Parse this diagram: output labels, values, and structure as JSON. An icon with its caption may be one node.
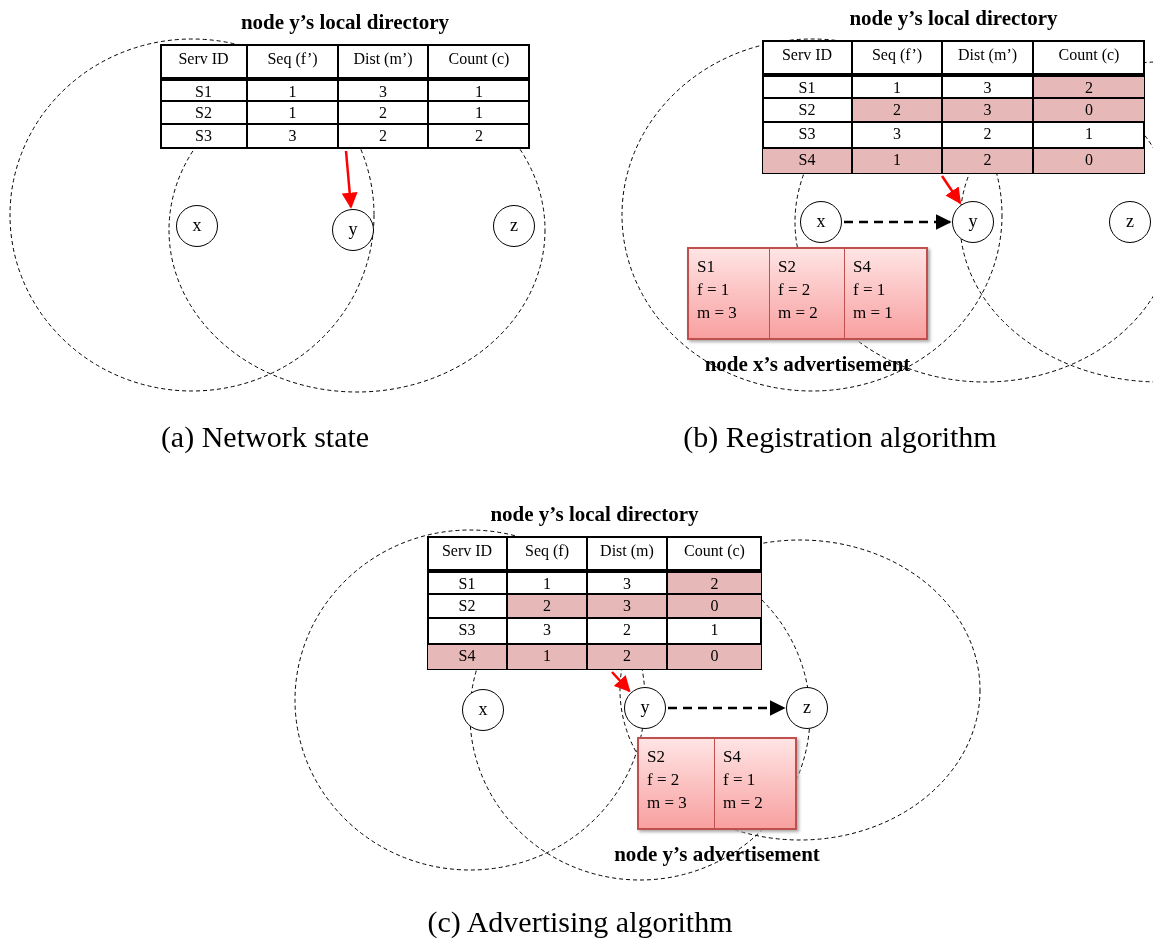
{
  "diagram": {
    "nodes": [
      {
        "text": [
          "Serv ID",
          "Seq (f’)",
          "Dist (m’)",
          "Count (c)",
          "S1",
          "1",
          "3",
          "1",
          "S2",
          "1",
          "2",
          "1",
          "S3",
          "3",
          "2",
          "2"
        ],
        "beside": [
          "node y’s local directory"
        ]
      },
      {
        "text": [
          "x"
        ]
      },
      {
        "text": [
          "y"
        ]
      },
      {
        "text": [
          "z"
        ]
      },
      {
        "text": [
          "Serv ID",
          "Seq (f’)",
          "Dist (m’)",
          "Count (c)",
          "S1",
          "1",
          "3",
          "2",
          "S2",
          "2",
          "3",
          "0",
          "S3",
          "3",
          "2",
          "1",
          "S4",
          "1",
          "2",
          "0"
        ],
        "beside": [
          "node y’s local directory"
        ]
      },
      {
        "text": [
          "x"
        ]
      },
      {
        "text": [
          "y"
        ]
      },
      {
        "text": [
          "z"
        ]
      },
      {
        "text": [
          "S1 f = 1 m = 3",
          "S2 f = 2 m = 2",
          "S4 f = 1 m = 1"
        ],
        "beside": [
          "node x’s advertisement"
        ]
      },
      {
        "text": [
          "Serv ID",
          "Seq (f)",
          "Dist (m)",
          "Count (c)",
          "S1",
          "1",
          "3",
          "2",
          "S2",
          "2",
          "3",
          "0",
          "S3",
          "3",
          "2",
          "1",
          "S4",
          "1",
          "2",
          "0"
        ],
        "beside": [
          "node y’s local directory"
        ]
      },
      {
        "text": [
          "x"
        ]
      },
      {
        "text": [
          "y"
        ]
      },
      {
        "text": [
          "z"
        ]
      },
      {
        "text": [
          "S2 f = 2 m = 3",
          "S4 f = 1 m = 2"
        ],
        "beside": [
          "node y’s advertisement"
        ]
      }
    ],
    "edges": [
      {
        "from": 0,
        "to": 2,
        "arrow": "to",
        "color": "#ff0000"
      },
      {
        "from": 4,
        "to": 6,
        "arrow": "to",
        "color": "#ff0000"
      },
      {
        "from": 5,
        "to": 6,
        "arrow": "to",
        "style": "dashed",
        "color": "#000000"
      },
      {
        "from": 9,
        "to": 11,
        "arrow": "to",
        "color": "#ff0000"
      },
      {
        "from": 11,
        "to": 12,
        "arrow": "to",
        "style": "dashed",
        "color": "#000000"
      }
    ],
    "labels": [
      "(a) Network state",
      "(b) Registration algorithm",
      "(c) Advertising algorithm"
    ]
  }
}
